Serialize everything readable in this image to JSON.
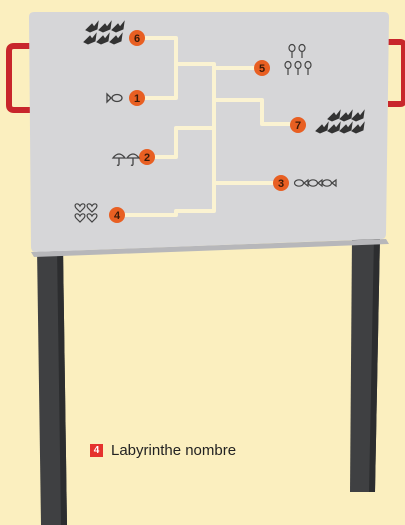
{
  "product": {
    "number": "4",
    "title": "Labyrinthe nombre"
  },
  "colors": {
    "background": "#fbefbf",
    "panel": "#d6d6d8",
    "post": "#3f4042",
    "handle": "#c8262b",
    "path": "#fbf3d2",
    "marker": "#e85f22",
    "accent": "#e5322d"
  },
  "markers": [
    {
      "label": "6",
      "symbol": "bird",
      "count": 6
    },
    {
      "label": "1",
      "symbol": "fish",
      "count": 1
    },
    {
      "label": "2",
      "symbol": "umbrella",
      "count": 2
    },
    {
      "label": "4",
      "symbol": "heart",
      "count": 4
    },
    {
      "label": "5",
      "symbol": "balloon",
      "count": 5
    },
    {
      "label": "7",
      "symbol": "bird",
      "count": 7
    },
    {
      "label": "3",
      "symbol": "fish",
      "count": 3
    }
  ]
}
